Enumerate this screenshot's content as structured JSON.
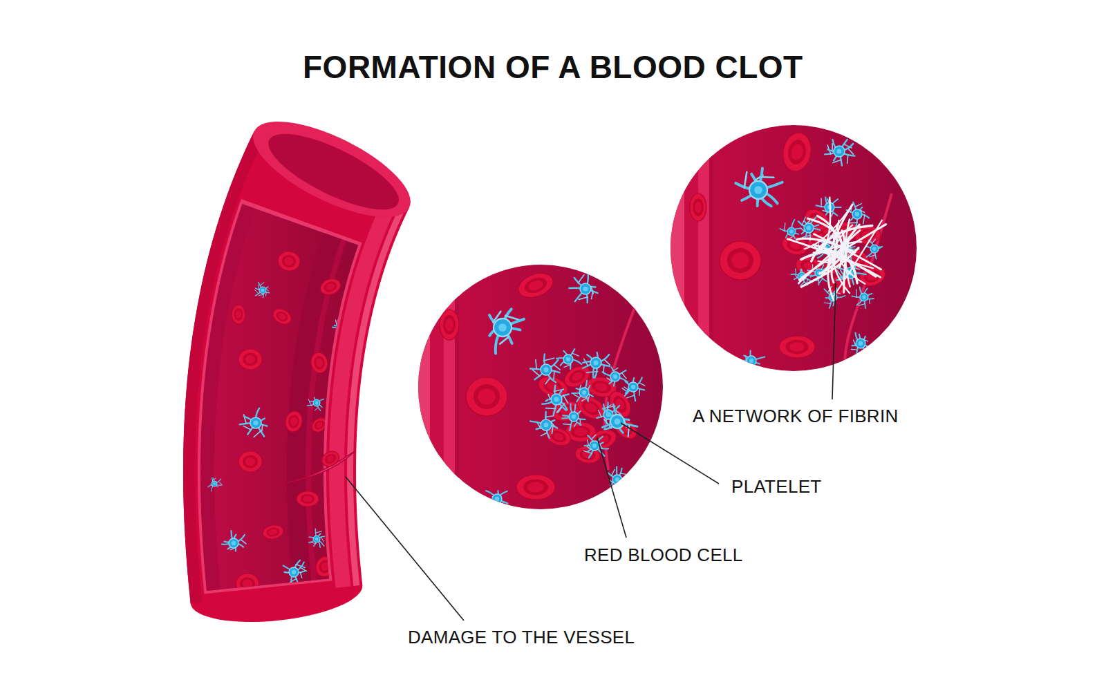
{
  "diagram": {
    "title": "FORMATION OF A BLOOD CLOT",
    "labels": [
      "DAMAGE TO THE VESSEL",
      "RED BLOOD CELL",
      "PLATELET",
      "A NETWORK OF FIBRIN"
    ]
  }
}
